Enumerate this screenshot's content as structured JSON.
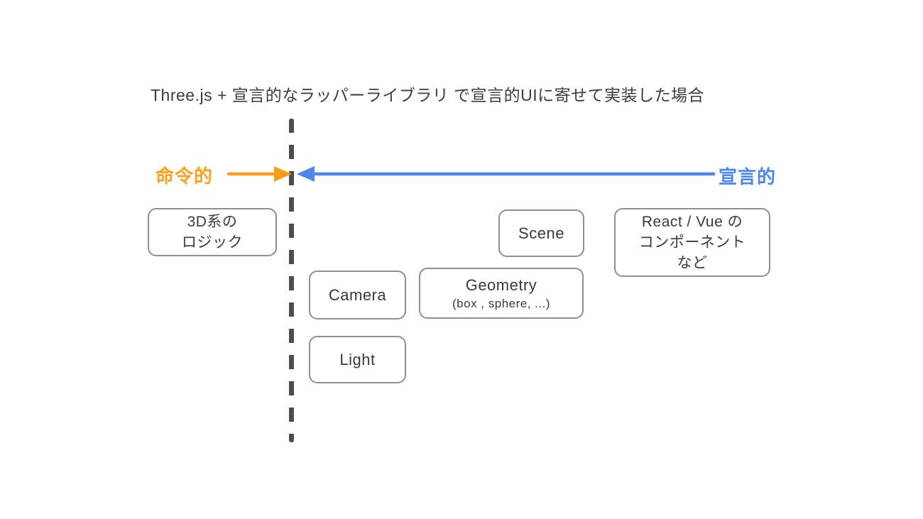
{
  "title": "Three.js + 宣言的なラッパーライブラリ で宣言的UIに寄せて実装した場合",
  "colors": {
    "imperative_orange": "#FF9E1B",
    "declarative_blue": "#4E86F0",
    "box_border": "#8F8F8F",
    "dashed_line": "#4D4D4D",
    "text_dark": "#3D3D3D"
  },
  "axis": {
    "imperative_label": "命令的",
    "declarative_label": "宣言的"
  },
  "boxes": {
    "logic3d": {
      "line1": "3D系の",
      "line2": "ロジック"
    },
    "scene": {
      "label": "Scene"
    },
    "react_vue": {
      "line1": "React / Vue の",
      "line2": "コンポーネント",
      "line3": "など"
    },
    "camera": {
      "label": "Camera"
    },
    "geometry": {
      "label": "Geometry",
      "sub": "(box , sphere, ...)"
    },
    "light": {
      "label": "Light"
    }
  }
}
